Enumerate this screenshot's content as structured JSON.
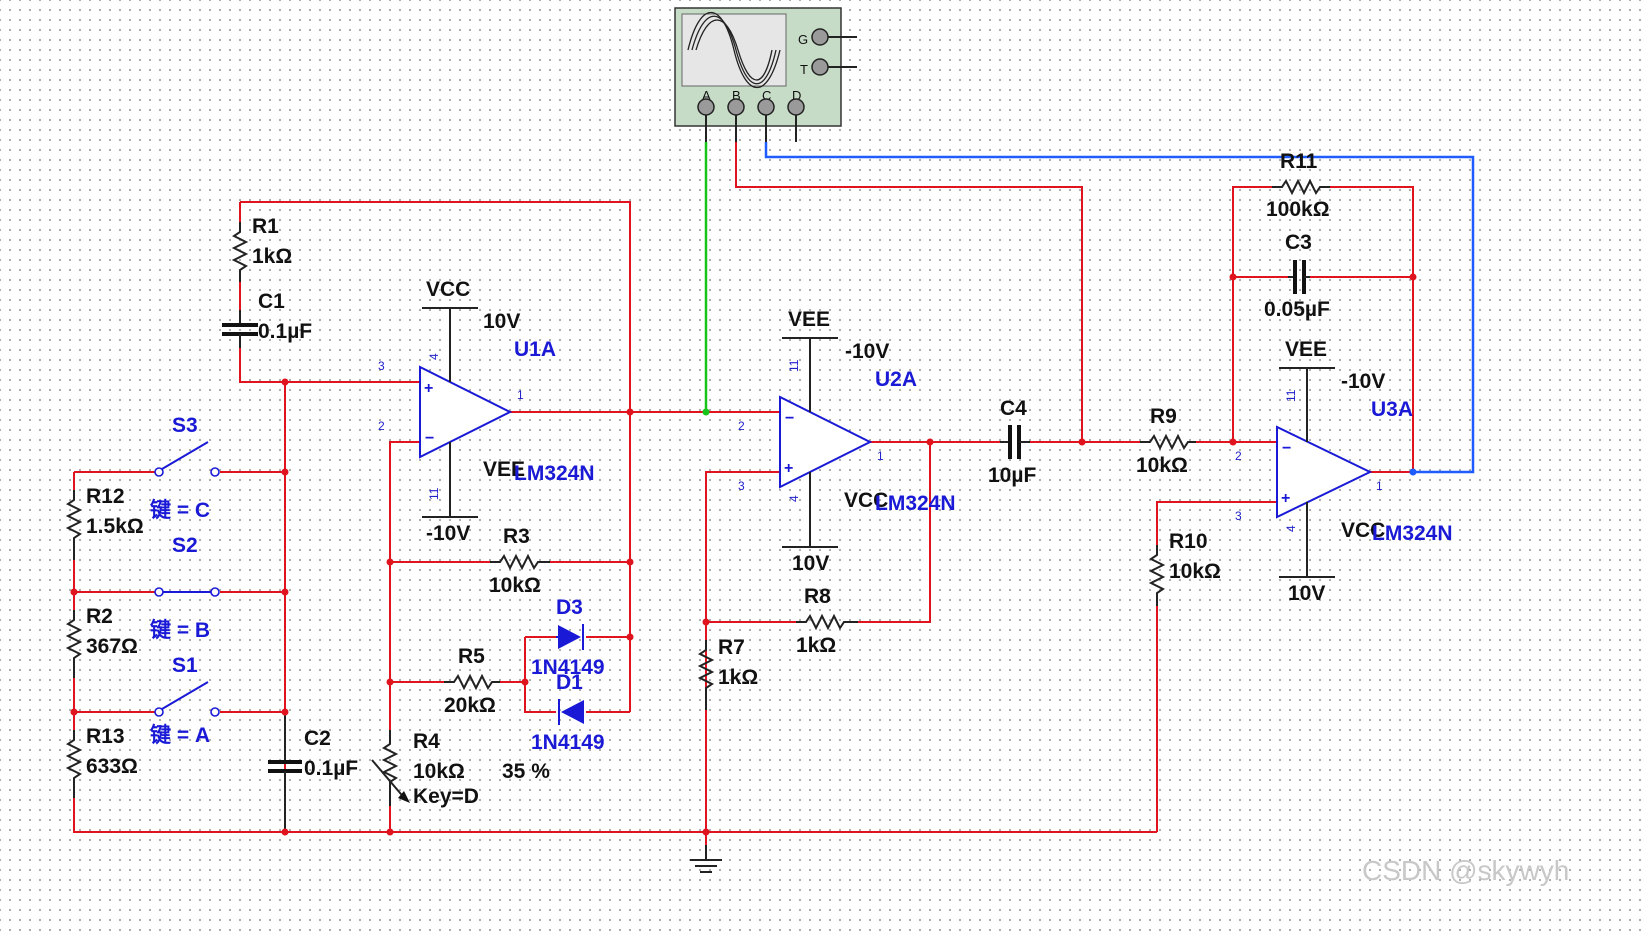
{
  "oscilloscope": {
    "channels": [
      "A",
      "B",
      "C",
      "D"
    ],
    "g_label": "G",
    "t_label": "T"
  },
  "components": {
    "R1": {
      "name": "R1",
      "value": "1kΩ"
    },
    "C1": {
      "name": "C1",
      "value": "0.1µF"
    },
    "R12": {
      "name": "R12",
      "value": "1.5kΩ"
    },
    "R2": {
      "name": "R2",
      "value": "367Ω"
    },
    "R13": {
      "name": "R13",
      "value": "633Ω"
    },
    "C2": {
      "name": "C2",
      "value": "0.1µF"
    },
    "S3": {
      "name": "S3",
      "key": "键 = C"
    },
    "S2": {
      "name": "S2",
      "key": "键 = B"
    },
    "S1": {
      "name": "S1",
      "key": "键 = A"
    },
    "R3": {
      "name": "R3",
      "value": "10kΩ"
    },
    "R5": {
      "name": "R5",
      "value": "20kΩ"
    },
    "R4": {
      "name": "R4",
      "value": "10kΩ",
      "key": "Key=D",
      "percent": "35 %"
    },
    "D3": {
      "name": "D3",
      "model": "1N4149"
    },
    "D1": {
      "name": "D1",
      "model": "1N4149"
    },
    "U1A": {
      "name": "U1A",
      "model": "LM324N",
      "vcc": "VCC",
      "vcc_val": "10V",
      "vee": "VEE",
      "vee_val": "-10V"
    },
    "U2A": {
      "name": "U2A",
      "model": "LM324N",
      "vcc": "VCC",
      "vcc_val": "10V",
      "vee": "VEE",
      "vee_val": "-10V"
    },
    "U3A": {
      "name": "U3A",
      "model": "LM324N",
      "vcc": "VCC",
      "vcc_val": "10V",
      "vee": "VEE",
      "vee_val": "-10V"
    },
    "R7": {
      "name": "R7",
      "value": "1kΩ"
    },
    "R8": {
      "name": "R8",
      "value": "1kΩ"
    },
    "C4": {
      "name": "C4",
      "value": "10µF"
    },
    "R9": {
      "name": "R9",
      "value": "10kΩ"
    },
    "R10": {
      "name": "R10",
      "value": "10kΩ"
    },
    "R11": {
      "name": "R11",
      "value": "100kΩ"
    },
    "C3": {
      "name": "C3",
      "value": "0.05µF"
    }
  },
  "pins": {
    "p1": "1",
    "p2": "2",
    "p3": "3",
    "p4": "4",
    "p11": "11"
  },
  "watermark": "CSDN @skywyh"
}
